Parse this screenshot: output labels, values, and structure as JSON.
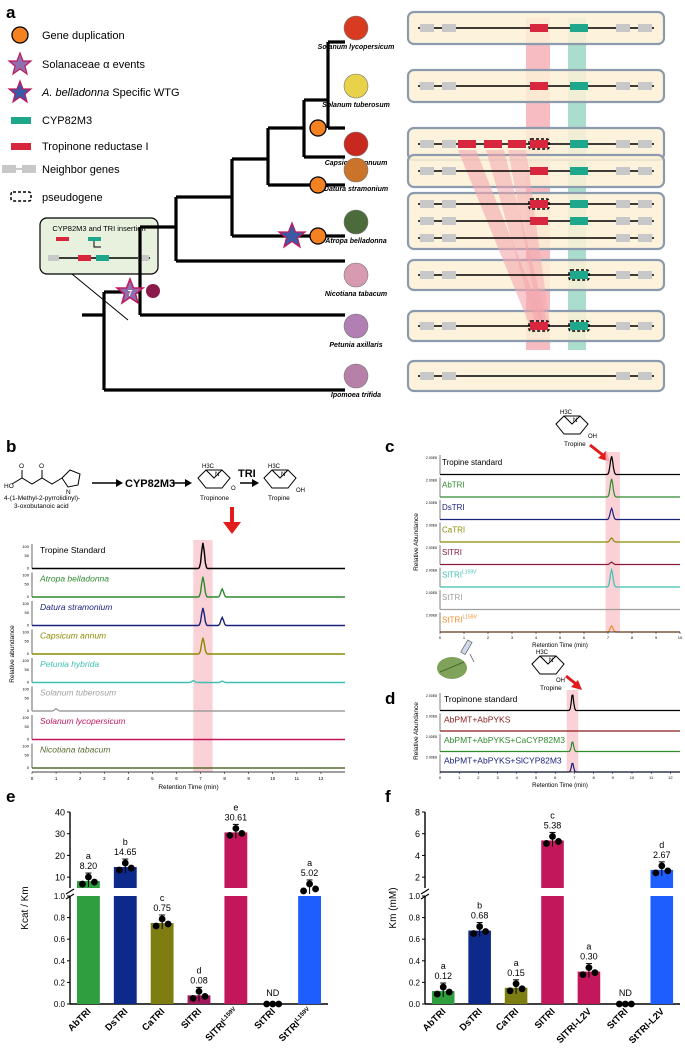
{
  "panels": {
    "a": "a",
    "b": "b",
    "c": "c",
    "d": "d",
    "e": "e",
    "f": "f"
  },
  "legend": [
    {
      "label": "Gene duplication",
      "icon": "orange-circle-icon",
      "color": "#f58220"
    },
    {
      "label": "Solanaceae α events",
      "icon": "purple-star-icon",
      "color": "#8e6fb0"
    },
    {
      "label": "A. belladonna",
      "label_tail": " Specific WTG",
      "icon": "blue-red-star-icon",
      "color": "#3b5aa6"
    },
    {
      "label": "CYP82M3",
      "icon": "green-bar-icon",
      "color": "#1fa78b"
    },
    {
      "label": "Tropinone reductase I",
      "icon": "red-bar-icon",
      "color": "#d7263d"
    },
    {
      "label": "Neighbor genes",
      "icon": "gray-bars-icon",
      "color": "#c8c8c8"
    },
    {
      "label": "pseudogene",
      "icon": "dashed-box-icon",
      "color": "#000000"
    }
  ],
  "insertion_box_label": "CYP82M3 and TRI insertion",
  "insertion_marker": "7",
  "species": [
    "Solanum lycopersicum",
    "Solanum tuberosum",
    "Capsicum annuum",
    "Datura stramonium",
    "Atropa belladonna",
    "Nicotiana tabacum",
    "Petunia axillaris",
    "Ipomoea trifida"
  ],
  "panel_b": {
    "reaction": {
      "substrate": "4-(1-Methyl-2-pyrrolidinyl)-\n3-oxobutanoic acid",
      "enzyme1": "CYP82M3",
      "intermediate": "Tropinone",
      "enzyme2": "TRI",
      "product": "Tropine",
      "methyl": "H3C",
      "n": "N",
      "o": "O",
      "oh": "OH",
      "hooc": "HO",
      "o2": "O"
    },
    "traces": [
      {
        "label": "Tropine Standard",
        "color": "#000000",
        "italic": false,
        "peaks": [
          [
            7.1,
            0.95
          ]
        ]
      },
      {
        "label": "Atropa belladonna",
        "color": "#2e8b2e",
        "italic": true,
        "peaks": [
          [
            7.1,
            0.75
          ],
          [
            7.9,
            0.3
          ]
        ]
      },
      {
        "label": "Datura stramonium",
        "color": "#1a237e",
        "italic": true,
        "peaks": [
          [
            7.1,
            0.65
          ],
          [
            7.9,
            0.3
          ]
        ]
      },
      {
        "label": "Capsicum annum",
        "color": "#8b8b00",
        "italic": true,
        "peaks": [
          [
            7.1,
            0.6
          ]
        ]
      },
      {
        "label": "Petunia hybrida",
        "color": "#3fbfb2",
        "italic": true,
        "peaks": [
          [
            6.7,
            0.07
          ],
          [
            7.9,
            0.05
          ]
        ]
      },
      {
        "label": "Solanum tuberosum",
        "color": "#9e9e9e",
        "italic": true,
        "peaks": [
          [
            1.0,
            0.08
          ]
        ]
      },
      {
        "label": "Solanum lycopersicum",
        "color": "#c2185b",
        "italic": true,
        "peaks": []
      },
      {
        "label": "Nicotiana tabacum",
        "color": "#556b2f",
        "italic": true,
        "peaks": []
      }
    ],
    "x_ticks": [
      0,
      1,
      2,
      3,
      4,
      5,
      6,
      7,
      8,
      9,
      10,
      11,
      12
    ],
    "xlabel": "Retention Time (min)",
    "ylabel": "Relative abundance",
    "y_ticks": [
      "100",
      "50",
      "0"
    ]
  },
  "panel_c": {
    "title_label": "Tropine",
    "traces": [
      {
        "label": "Tropine standard",
        "sup": "",
        "color": "#000000",
        "peak": 0.9
      },
      {
        "label": "AbTRI",
        "sup": "",
        "color": "#2e8b2e",
        "peak": 0.9
      },
      {
        "label": "DsTRI",
        "sup": "",
        "color": "#1a237e",
        "peak": 0.55
      },
      {
        "label": "CaTRI",
        "sup": "",
        "color": "#8b8b00",
        "peak": 0.2
      },
      {
        "label": "SlTRI",
        "sup": "",
        "color": "#8b1a3a",
        "peak": 0.12
      },
      {
        "label": "SlTRI",
        "sup": "L159V",
        "color": "#3fbfb2",
        "peak": 0.85
      },
      {
        "label": "StTRI",
        "sup": "",
        "color": "#9e9e9e",
        "peak": 0.0
      },
      {
        "label": "StTRI",
        "sup": "L159V",
        "color": "#f08c2b",
        "peak": 0.3
      }
    ],
    "scale": "2.00E8",
    "x_ticks": [
      0,
      1,
      2,
      3,
      4,
      5,
      6,
      7,
      8,
      9,
      10
    ],
    "xlabel": "Retention Time (min)",
    "ylabel": "Relative Abundance"
  },
  "panel_d": {
    "title_label": "Tropine",
    "traces": [
      {
        "label": "Tropinone standard",
        "color": "#000000",
        "peak": 0.9
      },
      {
        "label": "AbPMT+AbPYKS",
        "color": "#8b1a1a",
        "peak": 0.0
      },
      {
        "label": "AbPMT+AbPYKS+CaCYP82M3",
        "color": "#2e8b2e",
        "peak": 0.55
      },
      {
        "label": "AbPMT+AbPYKS+SlCYP82M3",
        "color": "#1a237e",
        "peak": 0.5
      }
    ],
    "scale": "2.00E8",
    "x_ticks": [
      0,
      1,
      2,
      3,
      4,
      5,
      6,
      7,
      8,
      9,
      10,
      11,
      12
    ],
    "xlabel": "Retention Time (min)",
    "ylabel": "Relative Abundance"
  },
  "panel_e": {
    "ylabel": "Kcat / Km",
    "categories": [
      "AbTRI",
      "DsTRI",
      "CaTRI",
      "SlTRI",
      "SlTRI",
      "StTRI",
      "StTRI"
    ],
    "sups": [
      "",
      "",
      "",
      "",
      "L159V",
      "",
      "L159V"
    ],
    "values": [
      8.2,
      14.65,
      0.75,
      0.08,
      30.61,
      0,
      5.02
    ],
    "value_labels": [
      "8.20",
      "14.65",
      "0.75",
      "0.08",
      "30.61",
      "ND",
      "5.02"
    ],
    "letters": [
      "a",
      "b",
      "c",
      "d",
      "e",
      "",
      "a"
    ],
    "colors": [
      "#2e9e3e",
      "#0d2a8a",
      "#7d7d12",
      "#a0175a",
      "#c2185b",
      "#ffffff",
      "#1e5eff"
    ],
    "upper_ticks": [
      "40",
      "30",
      "20",
      "10"
    ],
    "lower_ticks": [
      "1.0",
      "0.8",
      "0.6",
      "0.4",
      "0.2",
      "0.0"
    ]
  },
  "panel_f": {
    "ylabel": "Km (mM)",
    "categories": [
      "AbTRI",
      "DsTRI",
      "CaTRI",
      "SlTRI",
      "SlTRI-L2V",
      "StTRI",
      "StTRI-L2V"
    ],
    "values": [
      0.12,
      0.68,
      0.15,
      5.38,
      0.3,
      0,
      2.67
    ],
    "value_labels": [
      "0.12",
      "0.68",
      "0.15",
      "5.38",
      "0.30",
      "ND",
      "2.67"
    ],
    "letters": [
      "a",
      "b",
      "a",
      "c",
      "a",
      "",
      "d"
    ],
    "colors": [
      "#2e9e3e",
      "#0d2a8a",
      "#7d7d12",
      "#c2185b",
      "#c2185b",
      "#ffffff",
      "#1e5eff"
    ],
    "upper_ticks": [
      "8",
      "6",
      "4",
      "2"
    ],
    "lower_ticks": [
      "1.0",
      "0.8",
      "0.6",
      "0.4",
      "0.2",
      "0.0"
    ]
  }
}
